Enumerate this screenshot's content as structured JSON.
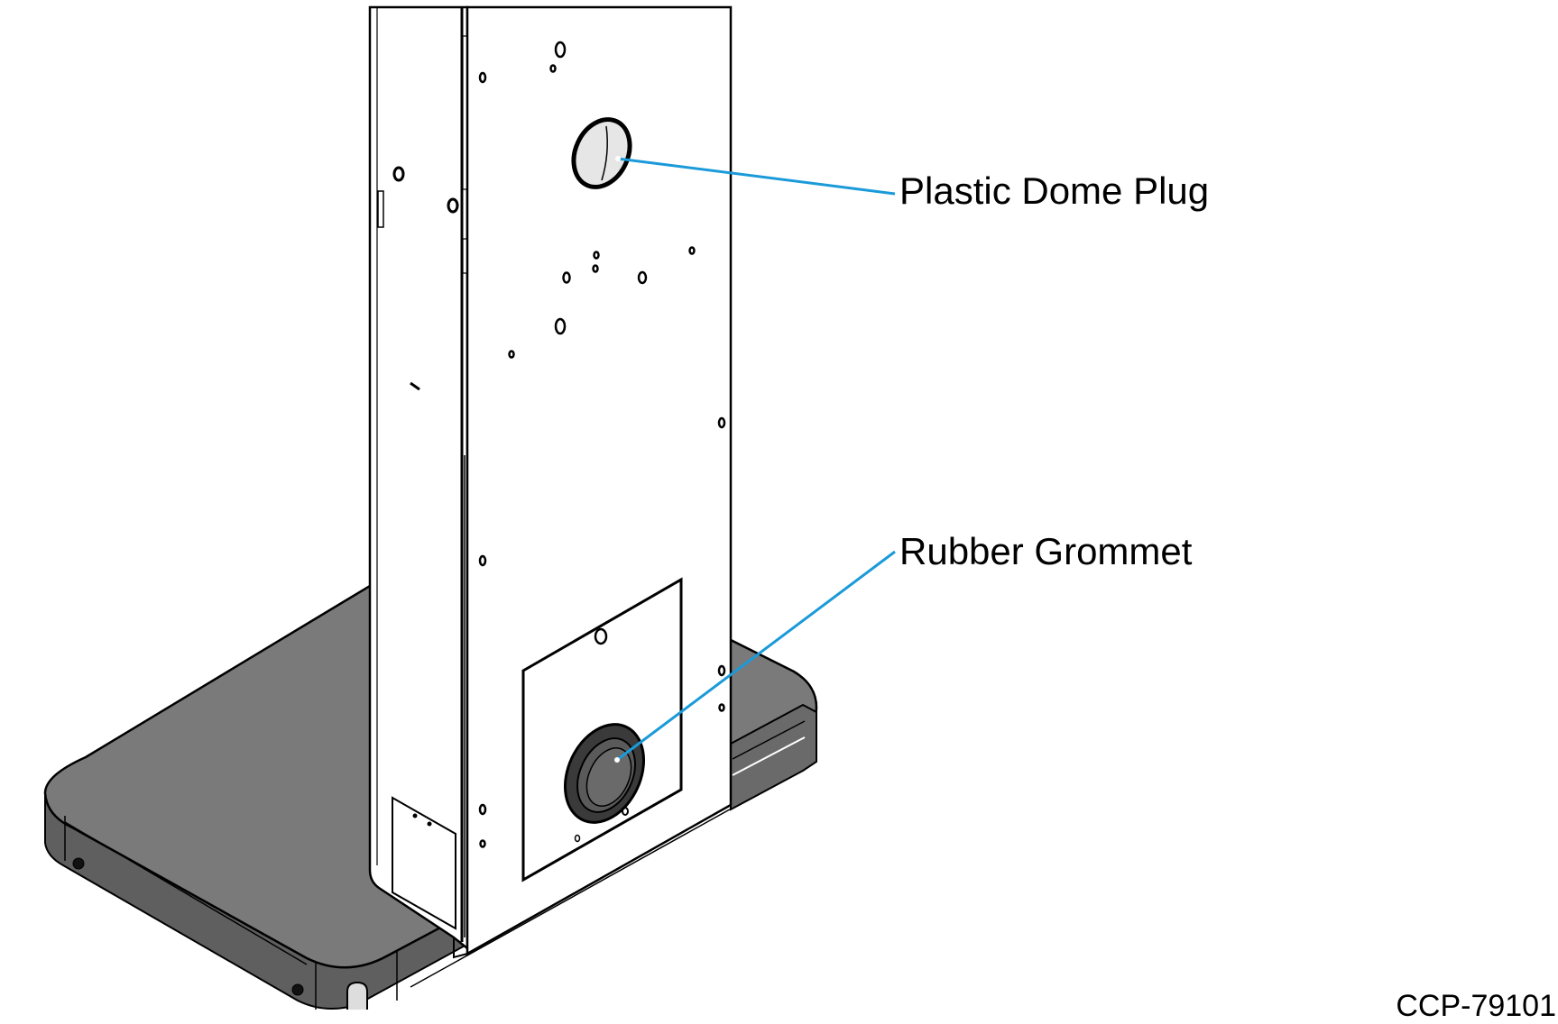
{
  "callouts": {
    "plastic_dome_plug": "Plastic Dome Plug",
    "rubber_grommet": "Rubber Grommet"
  },
  "figure_id": "CCP-79101",
  "colors": {
    "leader_line": "#1a9ad9",
    "base_top": "#7a7a7a",
    "base_side": "#5f5f5f",
    "outline": "#000000",
    "panel": "#ffffff"
  }
}
